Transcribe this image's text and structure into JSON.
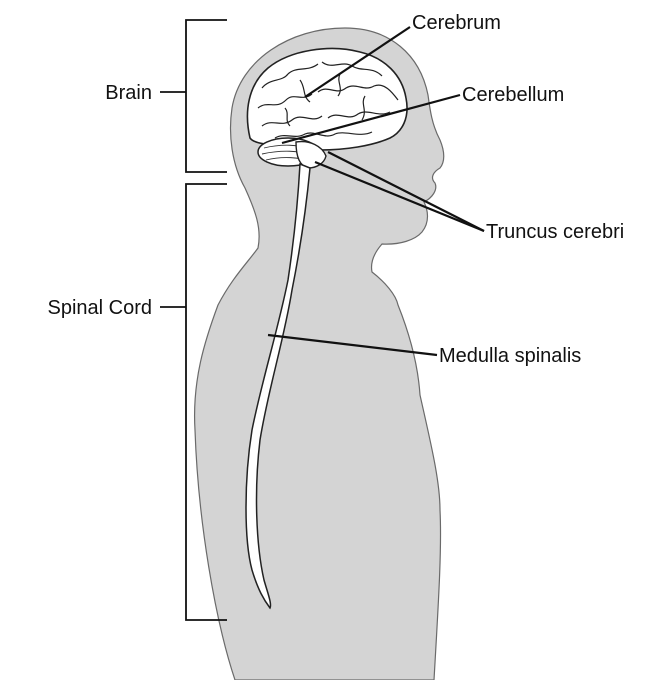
{
  "labels": {
    "brain": "Brain",
    "spinal_cord": "Spinal Cord",
    "cerebrum": "Cerebrum",
    "cerebellum": "Cerebellum",
    "truncus_cerebri": "Truncus cerebri",
    "medulla_spinalis": "Medulla spinalis"
  },
  "colors": {
    "body_fill": "#d4d4d4",
    "outline": "#5a5a5a",
    "brain_fill": "#ffffff",
    "line": "#111111",
    "text": "#111111"
  }
}
